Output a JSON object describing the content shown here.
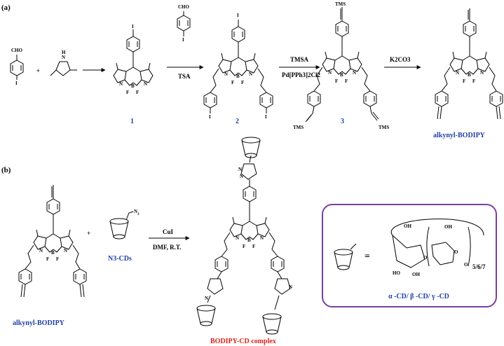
{
  "panels": {
    "a": "(a)",
    "b": "(b)"
  },
  "atoms": {
    "cho": "CHO",
    "iodo": "I",
    "nh_n": "N",
    "nh_h": "H",
    "n": "N",
    "b": "B",
    "f": "F",
    "tms": "TMS",
    "n3": "N",
    "n3_sub": "3",
    "oh": "OH",
    "ho": "HO",
    "o": "O"
  },
  "reagents": {
    "step1": "TSA",
    "step2_reagent": "TMSA",
    "step2_catalyst": "Pd[PPh3]2Cl2",
    "step3": "K2CO3",
    "click_top": "CuI",
    "click_bottom": "DMF, R.T."
  },
  "compounds": {
    "c1": "1",
    "c2": "2",
    "c3": "3",
    "alkynyl_a": "alkynyl-BODIPY",
    "alkynyl_b": "alkynyl-BODIPY",
    "n3cds": "N3-CDs",
    "complex": "BODIPY-CD complex"
  },
  "legend": {
    "equals": "=",
    "repeat": "5/6/7",
    "cd_types": "α -CD/ β -CD/ γ -CD"
  },
  "colors": {
    "compound_blue": "#1f3fa8",
    "complex_red": "#e0201b",
    "legend_border": "#7b3fa0"
  }
}
